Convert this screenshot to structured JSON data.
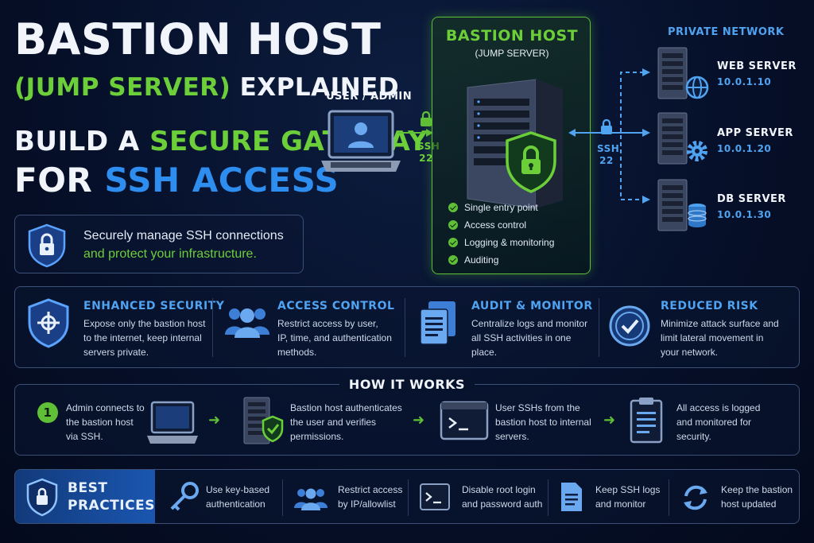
{
  "title": {
    "line1": "BASTION HOST",
    "line2_green": "(JUMP SERVER)",
    "line2_white": "EXPLAINED",
    "sub1_white": "BUILD A",
    "sub1_green": "SECURE GATEWAY",
    "sub2_white": "FOR",
    "sub2_blue": "SSH ACCESS"
  },
  "intro": {
    "line1": "Securely manage SSH connections",
    "line2": "and protect your infrastructure."
  },
  "user": {
    "label": "USER / ADMIN"
  },
  "ssh_left": {
    "proto": "SSH",
    "port": "22"
  },
  "ssh_right": {
    "proto": "SSH",
    "port": "22"
  },
  "bastion": {
    "title": "BASTION HOST",
    "subtitle": "(JUMP SERVER)",
    "features": [
      "Single entry point",
      "Access control",
      "Logging & monitoring",
      "Auditing"
    ]
  },
  "network": {
    "label": "PRIVATE NETWORK",
    "servers": [
      {
        "name": "WEB SERVER",
        "ip": "10.0.1.10",
        "icon": "globe-icon"
      },
      {
        "name": "APP SERVER",
        "ip": "10.0.1.20",
        "icon": "gear-icon"
      },
      {
        "name": "DB SERVER",
        "ip": "10.0.1.30",
        "icon": "database-icon"
      }
    ]
  },
  "features": [
    {
      "title": "ENHANCED SECURITY",
      "desc": [
        "Expose only the bastion host",
        "to the internet, keep internal",
        "servers private."
      ],
      "icon": "shield-icon"
    },
    {
      "title": "ACCESS CONTROL",
      "desc": [
        "Restrict access by user,",
        "IP, time, and authentication",
        "methods."
      ],
      "icon": "users-icon"
    },
    {
      "title": "AUDIT & MONITOR",
      "desc": [
        "Centralize logs and monitor",
        "all SSH activities in one",
        "place."
      ],
      "icon": "documents-icon"
    },
    {
      "title": "REDUCED RISK",
      "desc": [
        "Minimize attack surface and",
        "limit lateral movement in",
        "your network."
      ],
      "icon": "check-circle-icon"
    }
  ],
  "how": {
    "title": "HOW IT WORKS",
    "step_number": "1",
    "steps": [
      [
        "Admin connects to",
        "the bastion host",
        "via SSH."
      ],
      [
        "Bastion host authenticates",
        "the user and verifies",
        "permissions."
      ],
      [
        "User SSHs from the",
        "bastion host to internal",
        "servers."
      ],
      [
        "All access is logged",
        "and monitored for",
        "security."
      ]
    ]
  },
  "best_practices": {
    "title1": "BEST",
    "title2": "PRACTICES",
    "items": [
      [
        "Use key-based",
        "authentication"
      ],
      [
        "Restrict access",
        "by IP/allowlist"
      ],
      [
        "Disable root login",
        "and password auth"
      ],
      [
        "Keep SSH logs",
        "and monitor"
      ],
      [
        "Keep the bastion",
        "host updated"
      ]
    ]
  },
  "colors": {
    "green": "#6ccf3a",
    "blue": "#2e8ef0",
    "light_blue": "#4fa3f0",
    "background": "#06102a"
  }
}
